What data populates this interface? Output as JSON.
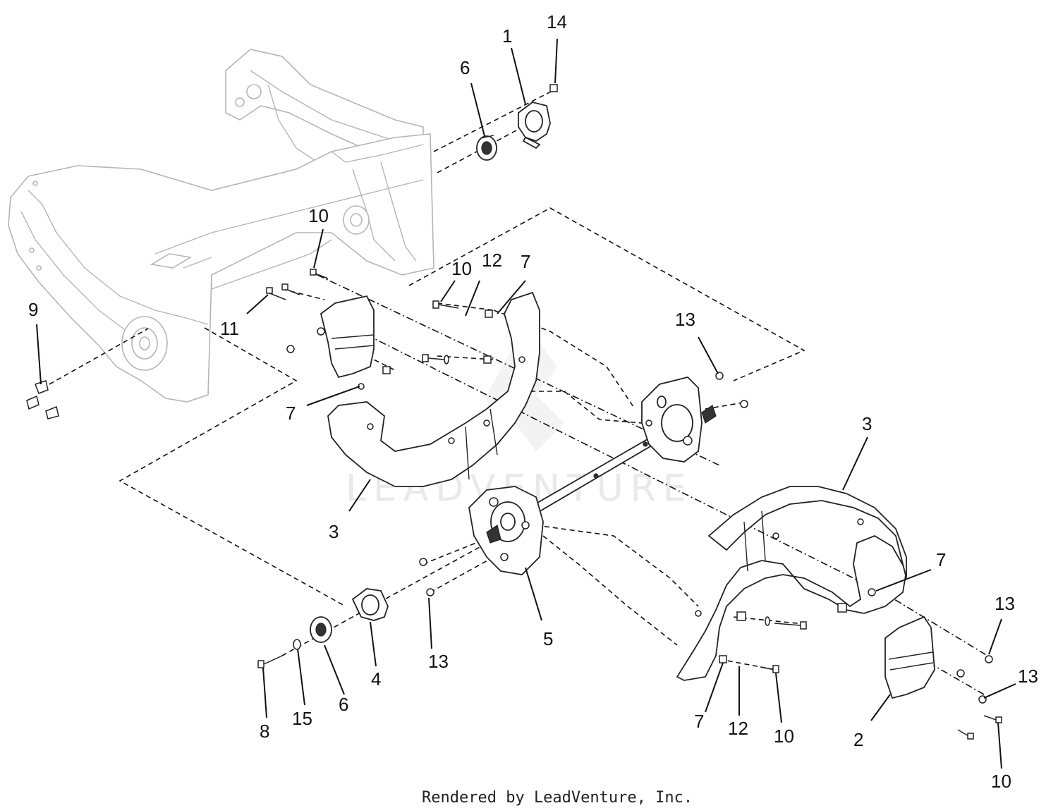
{
  "watermark": "LEADVENTURE",
  "footer": "Rendered by LeadVenture, Inc.",
  "callouts": {
    "c1": "1",
    "c2": "2",
    "c3a": "3",
    "c3b": "3",
    "c4": "4",
    "c5": "5",
    "c6a": "6",
    "c6b": "6",
    "c7a": "7",
    "c7b": "7",
    "c7c": "7",
    "c7d": "7",
    "c8": "8",
    "c9": "9",
    "c10a": "10",
    "c10b": "10",
    "c10c": "10",
    "c10d": "10",
    "c11": "11",
    "c12a": "12",
    "c12b": "12",
    "c13a": "13",
    "c13b": "13",
    "c13c": "13",
    "c13d": "13",
    "c14": "14",
    "c15": "15"
  }
}
